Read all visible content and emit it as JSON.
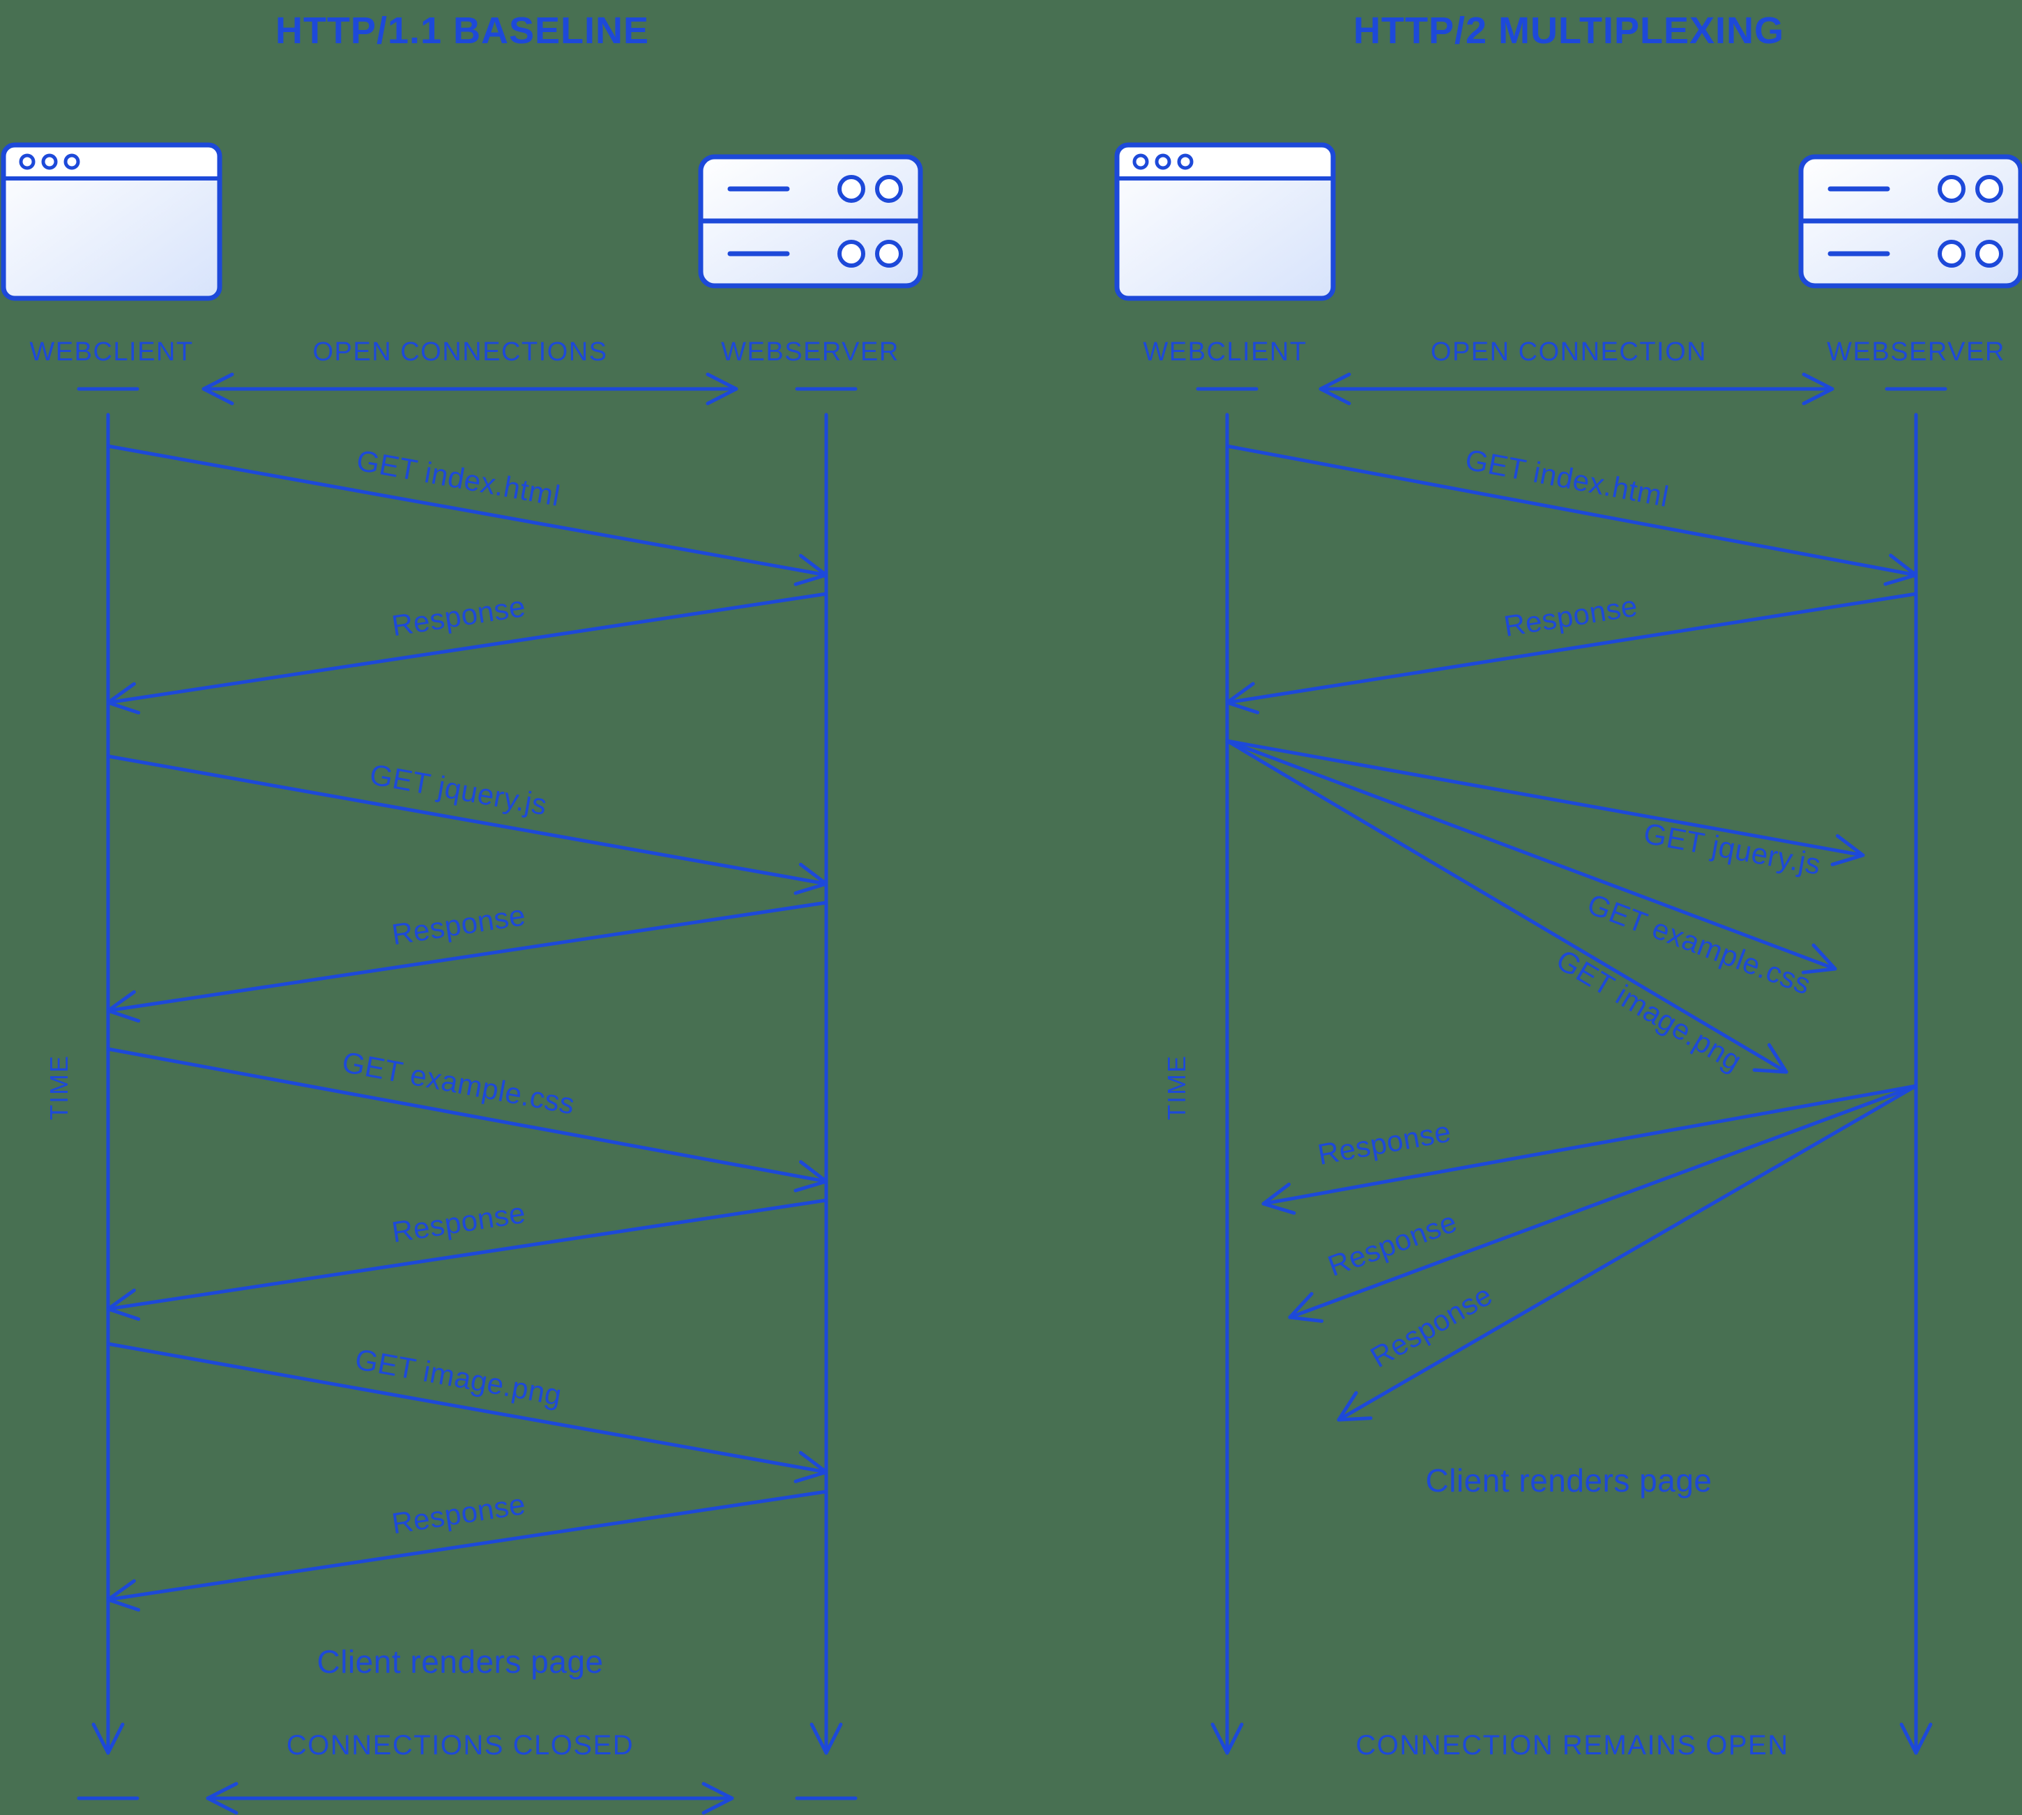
{
  "colors": {
    "ink": "#1d49d9",
    "background": "#487052",
    "icon_fill_top": "#ffffff",
    "icon_fill_bottom": "#d7e3fb"
  },
  "icons": {
    "webclient": "browser-window-icon",
    "webserver": "server-rack-icon"
  },
  "left": {
    "title": "HTTP/1.1 BASELINE",
    "client_label": "WEBCLIENT",
    "connection_label": "OPEN CONNECTIONS",
    "server_label": "WEBSERVER",
    "time_label": "TIME",
    "messages": [
      {
        "label": "GET index.html",
        "direction": "request"
      },
      {
        "label": "Response",
        "direction": "response"
      },
      {
        "label": "GET jquery.js",
        "direction": "request"
      },
      {
        "label": "Response",
        "direction": "response"
      },
      {
        "label": "GET example.css",
        "direction": "request"
      },
      {
        "label": "Response",
        "direction": "response"
      },
      {
        "label": "GET image.png",
        "direction": "request"
      },
      {
        "label": "Response",
        "direction": "response"
      }
    ],
    "render_note": "Client renders page",
    "footer": "CONNECTIONS CLOSED"
  },
  "right": {
    "title": "HTTP/2 MULTIPLEXING",
    "client_label": "WEBCLIENT",
    "connection_label": "OPEN CONNECTION",
    "server_label": "WEBSERVER",
    "time_label": "TIME",
    "messages": [
      {
        "label": "GET index.html",
        "direction": "request"
      },
      {
        "label": "Response",
        "direction": "response"
      },
      {
        "label": "GET jquery.js",
        "direction": "request"
      },
      {
        "label": "GET example.css",
        "direction": "request"
      },
      {
        "label": "GET image.png",
        "direction": "request"
      },
      {
        "label": "Response",
        "direction": "response"
      },
      {
        "label": "Response",
        "direction": "response"
      },
      {
        "label": "Response",
        "direction": "response"
      }
    ],
    "render_note": "Client renders page",
    "footer": "CONNECTION REMAINS OPEN"
  }
}
